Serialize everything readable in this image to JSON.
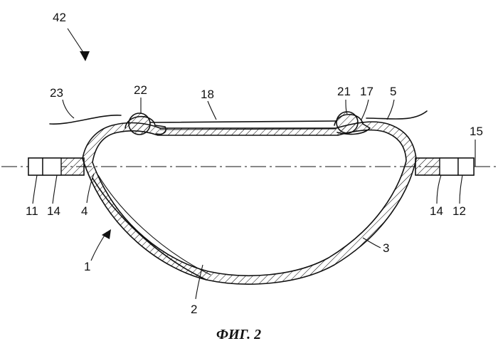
{
  "figure": {
    "caption": "ФИГ. 2",
    "labels": {
      "l42": "42",
      "l23": "23",
      "l22": "22",
      "l18": "18",
      "l21": "21",
      "l17": "17",
      "l5": "5",
      "l15": "15",
      "l4": "4",
      "l11": "11",
      "l14a": "14",
      "l14b": "14",
      "l12": "12",
      "l1": "1",
      "l3": "3",
      "l2": "2"
    }
  }
}
